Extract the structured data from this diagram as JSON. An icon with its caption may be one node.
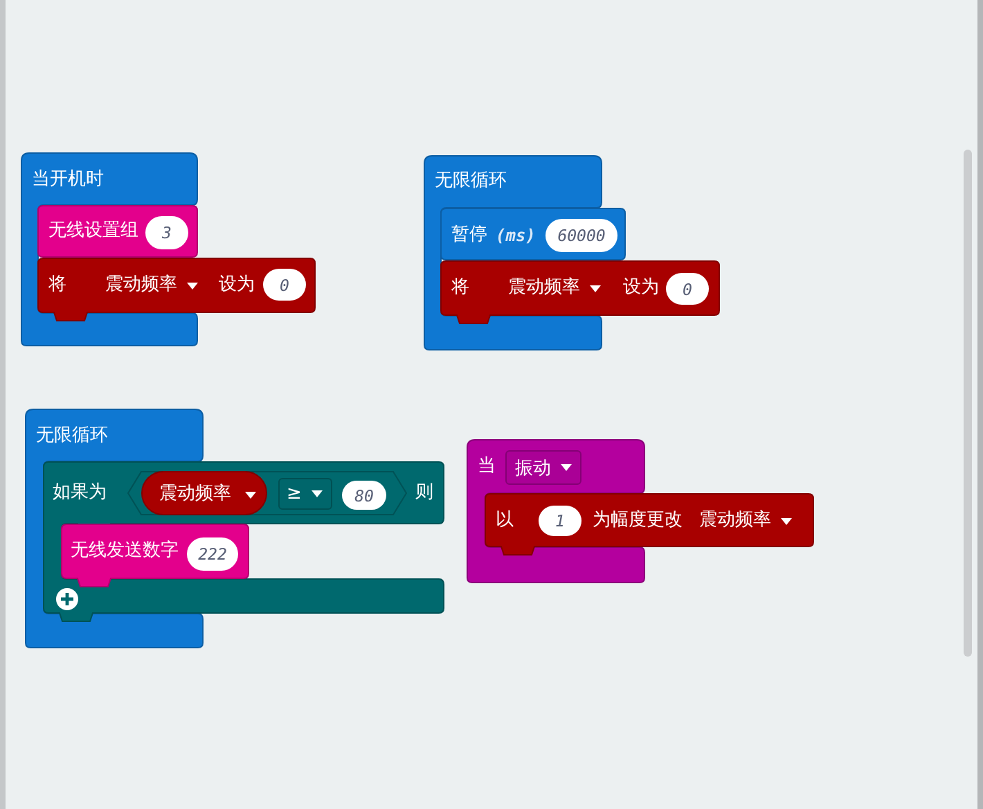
{
  "diagram": {
    "nodes": [
      {
        "text": [
          "当开机时"
        ]
      },
      {
        "text": [
          "无线设置组"
        ],
        "in": 0
      },
      {
        "text": [
          "3"
        ],
        "in": 1
      },
      {
        "text": [
          "将",
          "震动频率",
          "设为"
        ]
      },
      {
        "text": [
          "0"
        ],
        "in": 3
      },
      {
        "text": [
          "无限循环"
        ]
      },
      {
        "text": [
          "暂停",
          "(ms)"
        ]
      },
      {
        "text": [
          "60000"
        ],
        "in": 6
      },
      {
        "text": [
          "将",
          "震动频率",
          "设为"
        ]
      },
      {
        "text": [
          "0"
        ],
        "in": 8
      },
      {
        "text": [
          "无限循环"
        ]
      },
      {
        "text": [
          "如果为",
          "则"
        ]
      },
      {
        "text": [],
        "shape": "hexagon",
        "in": 11
      },
      {
        "text": [
          "震动频率"
        ],
        "in": 12
      },
      {
        "text": [
          "≥"
        ],
        "in": 12
      },
      {
        "text": [
          "80"
        ],
        "in": 12
      },
      {
        "text": [
          "无线发送数字"
        ],
        "in": 11
      },
      {
        "text": [
          "222"
        ],
        "in": 16
      },
      {
        "text": [
          "当"
        ]
      },
      {
        "text": [
          "振动"
        ],
        "in": 18
      },
      {
        "text": [
          "以",
          "为幅度更改",
          "震动频率"
        ]
      },
      {
        "text": [
          "1"
        ],
        "in": 20
      }
    ]
  }
}
